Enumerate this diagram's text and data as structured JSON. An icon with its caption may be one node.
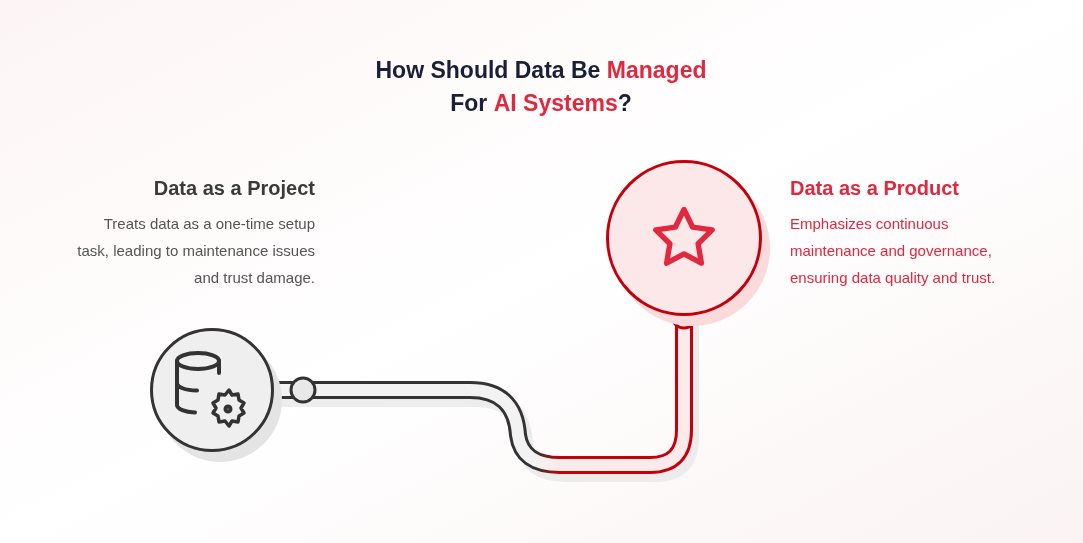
{
  "diagram": {
    "title": "How Should Data Be **Managed** For **AI Systems**?",
    "nodes": [
      {
        "text": [],
        "shape": "circle",
        "beside": [
          "Data as a Project",
          "Treats data as a one-time setup task, leading to maintenance issues and trust damage."
        ]
      },
      {
        "text": [],
        "shape": "circle",
        "beside": [
          "Data as a Product",
          "Emphasizes continuous maintenance and governance, ensuring data quality and trust."
        ]
      }
    ],
    "edges": [
      {
        "from": 0,
        "to": 1,
        "arrow": "other"
      }
    ]
  }
}
